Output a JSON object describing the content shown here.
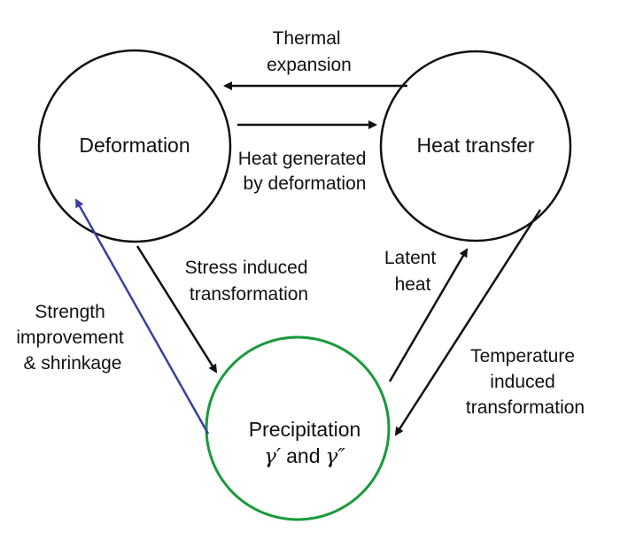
{
  "nodes": {
    "deformation": {
      "label": "Deformation"
    },
    "heat_transfer": {
      "label": "Heat transfer"
    },
    "precipitation": {
      "label": "Precipitation",
      "gamma_prime": "γ′",
      "and": "and",
      "gamma_double_prime": "γ″"
    }
  },
  "edges": {
    "thermal_expansion": {
      "lines": [
        "Thermal",
        "expansion"
      ]
    },
    "heat_generated": {
      "lines": [
        "Heat generated",
        "by deformation"
      ]
    },
    "stress_induced": {
      "lines": [
        "Stress induced",
        "transformation"
      ]
    },
    "latent_heat": {
      "lines": [
        "Latent",
        "heat"
      ]
    },
    "temperature_induced": {
      "lines": [
        "Temperature",
        "induced",
        "transformation"
      ]
    },
    "strength_improvement": {
      "lines": [
        "Strength",
        "improvement",
        "& shrinkage"
      ]
    }
  },
  "colors": {
    "black_stroke": "#111111",
    "precipitation_circle": "#1a9a3a",
    "strength_arrow": "#3b3fa0"
  }
}
